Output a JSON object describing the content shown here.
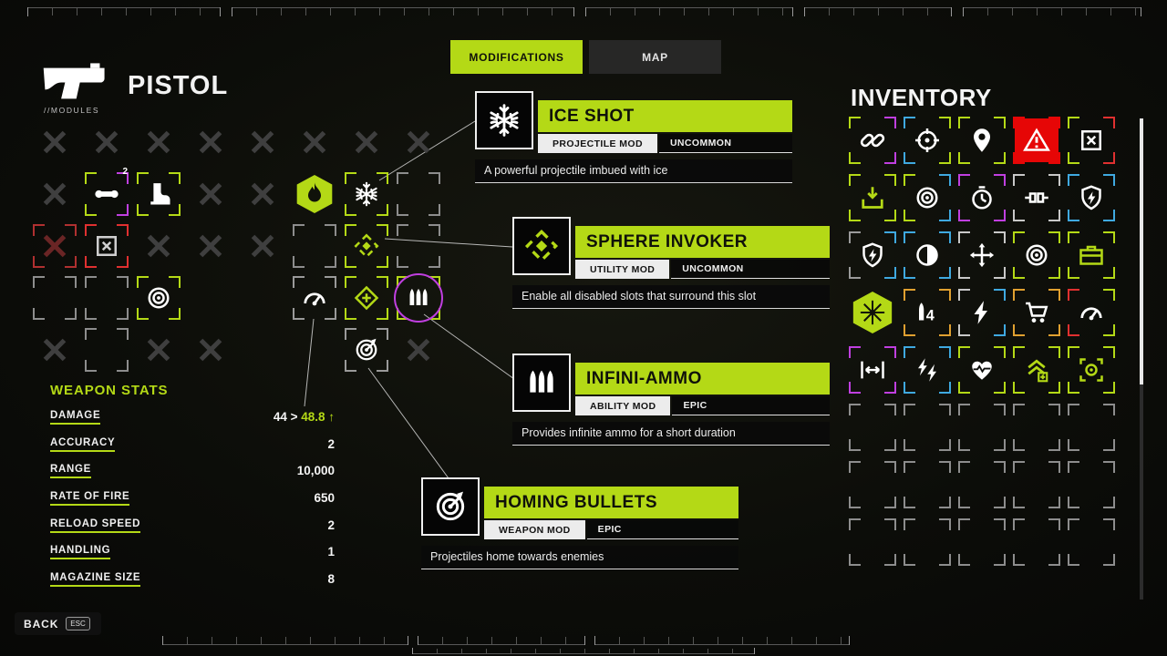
{
  "colors": {
    "accent": "#b4d916",
    "purple": "#c03fe0",
    "blue": "#3fa9e0",
    "red": "#e03030",
    "red_dim": "#b03030",
    "orange": "#e0a030",
    "gray": "#9a9a9a",
    "dim_x": "#3f3f3f",
    "selected_red": "#e60606"
  },
  "tabs": {
    "modifications": "MODIFICATIONS",
    "map": "MAP"
  },
  "header": {
    "title": "PISTOL",
    "subtitle": "//MODULES"
  },
  "module_grid": {
    "cells": [
      [
        "x",
        "x",
        "x",
        "x",
        "x",
        "x",
        "x",
        "x"
      ],
      [
        "x",
        {
          "icon": "wrench",
          "l": "#b4d916",
          "r": "#c03fe0",
          "ic": "#ffffff",
          "badge": "2"
        },
        {
          "icon": "boot",
          "l": "#b4d916",
          "r": "#b4d916",
          "ic": "#ffffff"
        },
        "x",
        "x",
        {
          "icon": "flame",
          "hex": true,
          "hexc": "#b4d916",
          "ic": "#10120a"
        },
        {
          "icon": "snowflake",
          "l": "#b4d916",
          "r": "#b4d916",
          "ic": "#ffffff"
        },
        "e"
      ],
      [
        "xr",
        {
          "icon": "crossed-box",
          "l": "#e03030",
          "r": "#e03030",
          "ic": "#cfcfcf"
        },
        "x",
        "x",
        "x",
        "e",
        {
          "icon": "sphere-brackets",
          "l": "#b4d916",
          "r": "#b4d916",
          "ic": "#b4d916"
        },
        "e"
      ],
      [
        "e",
        "e",
        {
          "icon": "bullseye",
          "l": "#b4d916",
          "r": "#b4d916",
          "ic": "#ffffff"
        },
        null,
        null,
        {
          "icon": "speedometer",
          "l": "#9a9a9a",
          "r": "#9a9a9a",
          "ic": "#ffffff"
        },
        {
          "icon": "diamond-plus",
          "l": "#b4d916",
          "r": "#b4d916",
          "ic": "#b4d916"
        },
        {
          "icon": "bullet-trio",
          "l": "#b4d916",
          "r": "#b4d916",
          "ic": "#ffffff",
          "ring": true
        }
      ],
      [
        "x",
        "e",
        "x",
        "x",
        null,
        null,
        {
          "icon": "homing-target",
          "l": "#9a9a9a",
          "r": "#9a9a9a",
          "ic": "#ffffff"
        },
        "x"
      ]
    ]
  },
  "tooltips": [
    {
      "title": "ICE SHOT",
      "type": "PROJECTILE MOD",
      "rarity": "UNCOMMON",
      "desc": "A powerful projectile imbued with ice",
      "icon": "snowflake",
      "icon_color": "#ffffff"
    },
    {
      "title": "SPHERE INVOKER",
      "type": "UTILITY MOD",
      "rarity": "UNCOMMON",
      "desc": "Enable all disabled slots that surround this slot",
      "icon": "sphere-brackets",
      "icon_color": "#b4d916"
    },
    {
      "title": "INFINI-AMMO",
      "type": "ABILITY MOD",
      "rarity": "EPIC",
      "desc": "Provides infinite ammo for a short duration",
      "icon": "bullet-trio",
      "icon_color": "#ffffff"
    },
    {
      "title": "HOMING BULLETS",
      "type": "WEAPON MOD",
      "rarity": "EPIC",
      "desc": "Projectiles home towards enemies",
      "icon": "homing-target",
      "icon_color": "#ffffff"
    }
  ],
  "weapon_stats": {
    "title": "WEAPON STATS",
    "rows": [
      {
        "label": "DAMAGE",
        "value": "44",
        "upgrade": "48.8",
        "arrow": "↑"
      },
      {
        "label": "ACCURACY",
        "value": "2"
      },
      {
        "label": "RANGE",
        "value": "10,000"
      },
      {
        "label": "RATE OF FIRE",
        "value": "650"
      },
      {
        "label": "RELOAD SPEED",
        "value": "2"
      },
      {
        "label": "HANDLING",
        "value": "1"
      },
      {
        "label": "MAGAZINE SIZE",
        "value": "8"
      }
    ]
  },
  "inventory": {
    "title": "INVENTORY",
    "items": [
      {
        "icon": "chain-link",
        "l": "#b4d916",
        "r": "#c03fe0",
        "ic": "#ffffff"
      },
      {
        "icon": "crosshair",
        "l": "#3fa9e0",
        "r": "#b4d916",
        "ic": "#ffffff"
      },
      {
        "icon": "map-pin",
        "l": "#b4d916",
        "r": "#b4d916",
        "ic": "#ffffff"
      },
      {
        "icon": "hazard",
        "l": "#e60606",
        "r": "#e60606",
        "ic": "#ffffff",
        "bg": "#e60606"
      },
      {
        "icon": "crossed-box",
        "l": "#b4d916",
        "r": "#e03030",
        "ic": "#ffffff"
      },
      {
        "icon": "install-arrow",
        "l": "#b4d916",
        "r": "#b4d916",
        "ic": "#b4d916"
      },
      {
        "icon": "bullseye",
        "l": "#b4d916",
        "r": "#3fa9e0",
        "ic": "#ffffff"
      },
      {
        "icon": "timer",
        "l": "#c03fe0",
        "r": "#c03fe0",
        "ic": "#ffffff"
      },
      {
        "icon": "connector",
        "l": "#c8c8c8",
        "r": "#c8c8c8",
        "ic": "#ffffff"
      },
      {
        "icon": "shield-bolt",
        "l": "#3fa9e0",
        "r": "#3fa9e0",
        "ic": "#ffffff"
      },
      {
        "icon": "shield-bolt",
        "l": "#9a9a9a",
        "r": "#3fa9e0",
        "ic": "#ffffff"
      },
      {
        "icon": "eclipse",
        "l": "#3fa9e0",
        "r": "#3fa9e0",
        "ic": "#ffffff"
      },
      {
        "icon": "move-arrows",
        "l": "#c8c8c8",
        "r": "#c8c8c8",
        "ic": "#ffffff"
      },
      {
        "icon": "bullseye",
        "l": "#b4d916",
        "r": "#b4d916",
        "ic": "#ffffff"
      },
      {
        "icon": "ammo-case",
        "l": "#b4d916",
        "r": "#b4d916",
        "ic": "#b4d916"
      },
      {
        "icon": "starburst",
        "hex": true,
        "hexc": "#b4d916",
        "ic": "#10120a"
      },
      {
        "icon": "ammo-count",
        "l": "#e0a030",
        "r": "#e0a030",
        "ic": "#ffffff"
      },
      {
        "icon": "lightning",
        "l": "#c8c8c8",
        "r": "#3fa9e0",
        "ic": "#ffffff"
      },
      {
        "icon": "cart",
        "l": "#e0a030",
        "r": "#e0a030",
        "ic": "#ffffff"
      },
      {
        "icon": "speedometer",
        "l": "#e03030",
        "r": "#b4d916",
        "ic": "#ffffff"
      },
      {
        "icon": "width-arrows",
        "l": "#c03fe0",
        "r": "#c03fe0",
        "ic": "#ffffff"
      },
      {
        "icon": "double-lightning",
        "l": "#3fa9e0",
        "r": "#3fa9e0",
        "ic": "#ffffff"
      },
      {
        "icon": "heart-pulse",
        "l": "#b4d916",
        "r": "#b4d916",
        "ic": "#ffffff"
      },
      {
        "icon": "upgrade-arrows",
        "l": "#b4d916",
        "r": "#b4d916",
        "ic": "#b4d916"
      },
      {
        "icon": "target-brackets",
        "l": "#b4d916",
        "r": "#b4d916",
        "ic": "#b4d916"
      }
    ],
    "empty_slots": 15
  },
  "back": {
    "label": "BACK",
    "key": "ESC"
  }
}
